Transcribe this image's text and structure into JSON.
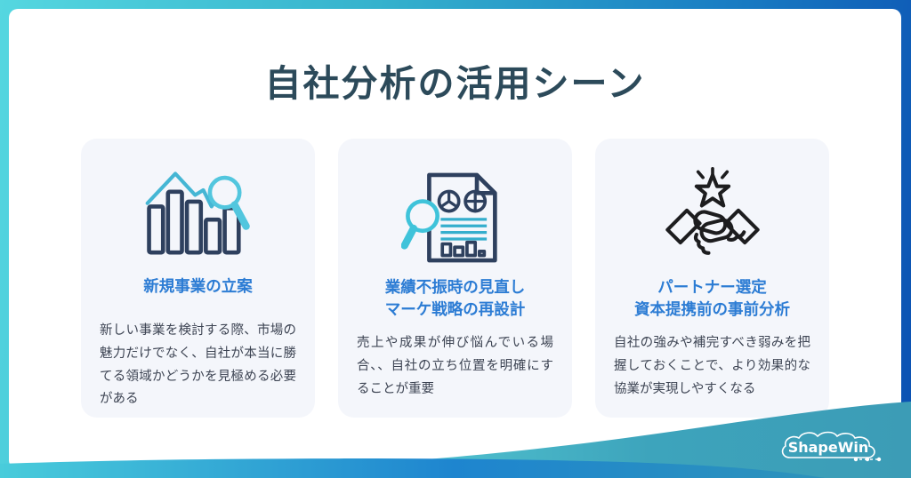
{
  "page": {
    "title": "自社分析の活用シーン"
  },
  "brand": {
    "logo_text": "ShapeWin"
  },
  "colors": {
    "frame_gradient_start": "#55d7e0",
    "frame_gradient_end": "#0b50b2",
    "wave_teal_light": "#55ccd6",
    "wave_teal_dark": "#2f8fb0",
    "strip_blue": "#1e85cf",
    "title_color": "#2c4a5a",
    "heading_blue": "#2c7cd4",
    "body_text": "#3d4453",
    "card_background": "#f4f6fb",
    "icon_navy": "#2e405e",
    "icon_teal": "#45bcd8",
    "icon_black": "#1d1d1f"
  },
  "cards": [
    {
      "icon": "bar-chart-magnifier-icon",
      "heading_lines": {
        "0": "新規事業の立案"
      },
      "body": "新しい事業を検討する際、市場の魅力だけでなく、自社が本当に勝てる領域かどうかを見極める必要がある"
    },
    {
      "icon": "document-magnifier-icon",
      "heading_lines": {
        "0": "業績不振時の見直し",
        "1": "マーケ戦略の再設計"
      },
      "body": "売上や成果が伸び悩んでいる場合、、自社の立ち位置を明確にすることが重要"
    },
    {
      "icon": "handshake-star-icon",
      "heading_lines": {
        "0": "パートナー選定",
        "1": "資本提携前の事前分析"
      },
      "body": "自社の強みや補完すべき弱みを把握しておくことで、より効果的な協業が実現しやすくなる"
    }
  ]
}
